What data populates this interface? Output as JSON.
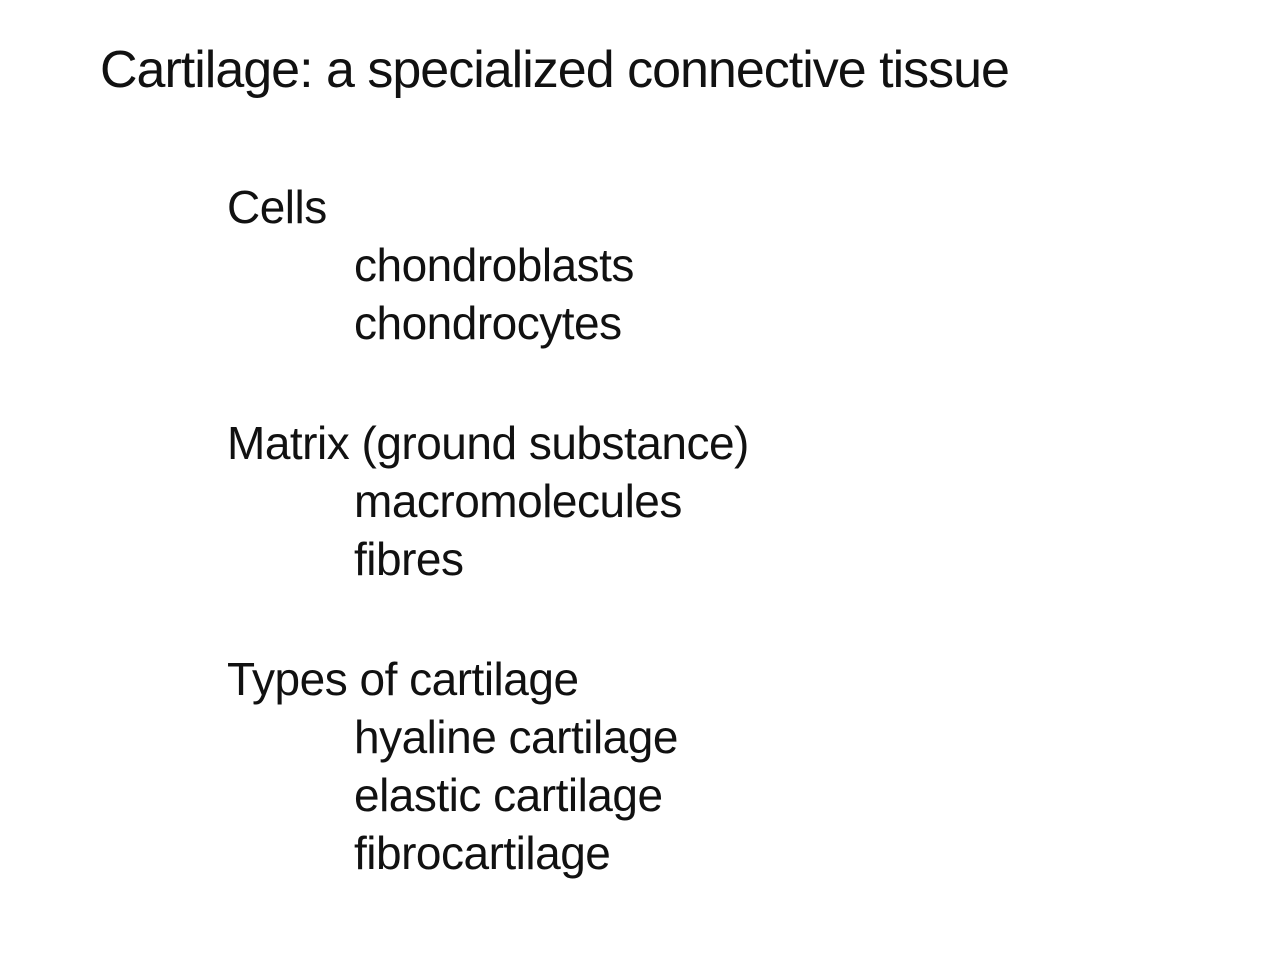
{
  "slide": {
    "title": "Cartilage: a specialized connective tissue",
    "sections": [
      {
        "heading": "Cells",
        "items": [
          "chondroblasts",
          "chondrocytes"
        ]
      },
      {
        "heading": "Matrix (ground substance)",
        "items": [
          "macromolecules",
          "fibres"
        ]
      },
      {
        "heading": "Types of cartilage",
        "items": [
          "hyaline cartilage",
          "elastic cartilage",
          "fibrocartilage"
        ]
      }
    ],
    "colors": {
      "background": "#ffffff",
      "text": "#111111"
    }
  }
}
